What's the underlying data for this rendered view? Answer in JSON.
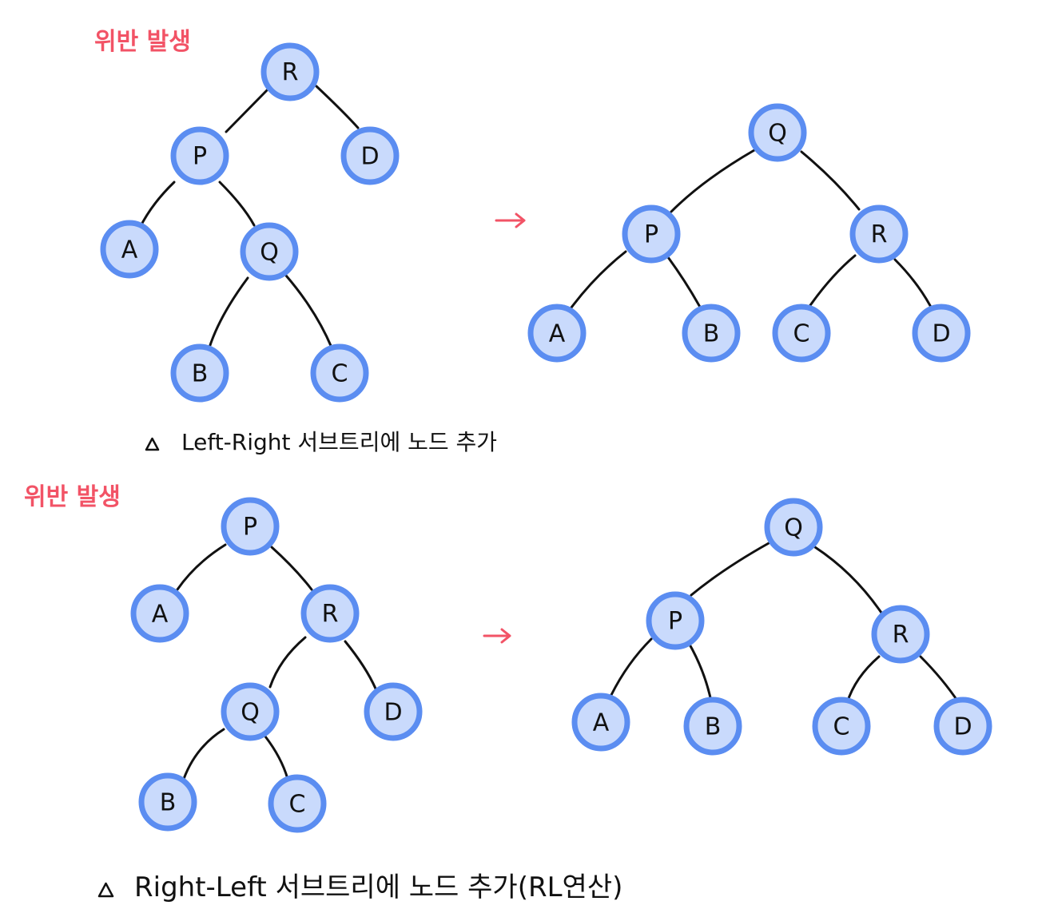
{
  "colors": {
    "node_fill": "#c9dafc",
    "node_stroke": "#5b8df1",
    "edge": "#111111",
    "warning": "#f25366"
  },
  "top": {
    "warning": "위반 발생",
    "caption": "Left-Right 서브트리에 노드 추가",
    "before_nodes": [
      "R",
      "P",
      "D",
      "A",
      "Q",
      "B",
      "C"
    ],
    "after_nodes": [
      "Q",
      "P",
      "R",
      "A",
      "B",
      "C",
      "D"
    ]
  },
  "bottom": {
    "warning": "위반 발생",
    "caption": "Right-Left 서브트리에 노드 추가(RL연산)",
    "before_nodes": [
      "P",
      "A",
      "R",
      "Q",
      "D",
      "B",
      "C"
    ],
    "after_nodes": [
      "Q",
      "P",
      "R",
      "A",
      "B",
      "C",
      "D"
    ]
  },
  "icons": {
    "transform_arrow": "right-arrow-icon",
    "caption_marker": "triangle-icon"
  }
}
